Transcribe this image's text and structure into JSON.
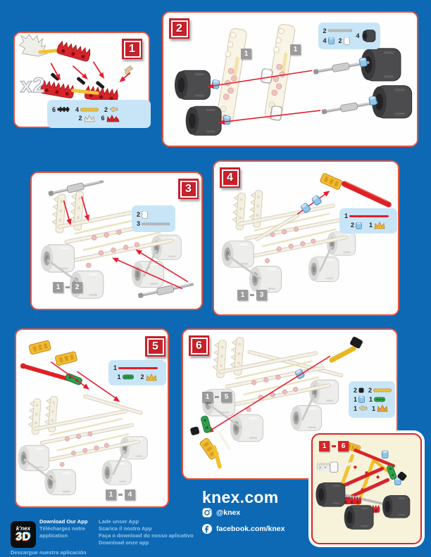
{
  "colors": {
    "background": "#0E69B4",
    "panel_border": "#E8533B",
    "badge_red": "#C9202B",
    "parts_box_blue": "#C8E5F7",
    "sub_badge_gray": "#9B9B9B",
    "arrow_red": "#E81C2E",
    "inset_bg": "#F7F2DA"
  },
  "steps": [
    {
      "num": "1",
      "multiplier": "x2",
      "parts": [
        {
          "count": "6",
          "icon": "black-clip-connector"
        },
        {
          "count": "4",
          "icon": "yellow-rod"
        },
        {
          "count": "2",
          "icon": "tan-clip"
        },
        {
          "count": "2",
          "icon": "gray-gear-connector"
        },
        {
          "count": "6",
          "icon": "red-gear-connector"
        }
      ]
    },
    {
      "num": "2",
      "labels": [
        "1",
        "1"
      ],
      "parts": [
        {
          "count": "2",
          "icon": "gray-rod"
        },
        {
          "count": "4",
          "icon": "blue-spacer"
        },
        {
          "count": "2",
          "icon": "white-spacer"
        },
        {
          "count": "4",
          "icon": "black-wheel"
        }
      ]
    },
    {
      "num": "3",
      "assembly": {
        "from": "1",
        "to": "2"
      },
      "parts": [
        {
          "count": "2",
          "icon": "white-spacer"
        },
        {
          "count": "3",
          "icon": "gray-rod"
        }
      ]
    },
    {
      "num": "4",
      "assembly": {
        "from": "1",
        "to": "3"
      },
      "parts": [
        {
          "count": "1",
          "icon": "red-rod"
        },
        {
          "count": "2",
          "icon": "blue-spacer"
        },
        {
          "count": "1",
          "icon": "yellow-gear-connector"
        }
      ]
    },
    {
      "num": "5",
      "assembly": {
        "from": "1",
        "to": "4"
      },
      "parts": [
        {
          "count": "1",
          "icon": "red-rod"
        },
        {
          "count": "1",
          "icon": "green-connector"
        },
        {
          "count": "2",
          "icon": "yellow-gear-connector"
        }
      ]
    },
    {
      "num": "6",
      "assembly": {
        "from": "1",
        "to": "5"
      },
      "parts": [
        {
          "count": "2",
          "icon": "black-cap"
        },
        {
          "count": "2",
          "icon": "yellow-rod"
        },
        {
          "count": "1",
          "icon": "blue-spacer"
        },
        {
          "count": "1",
          "icon": "green-connector"
        },
        {
          "count": "1",
          "icon": "tan-clip"
        },
        {
          "count": "1",
          "icon": "orange-gear-connector"
        }
      ]
    }
  ],
  "inset": {
    "assembly": {
      "from": "1",
      "to": "6"
    }
  },
  "footer": {
    "logo": {
      "brand": "k'nex",
      "app": "3D"
    },
    "download": {
      "en": "Download Our App",
      "fr1": "Téléchargez notre",
      "fr2": "application",
      "es": "Descargue nuestra aplicación",
      "de": "Lade unser App",
      "it": "Scarica il nostro App",
      "pt": "Faça o download do nosso aplicativo",
      "nl": "Download onze app"
    },
    "website": "knex.com",
    "instagram": "@knex",
    "facebook": "facebook.com/knex"
  }
}
